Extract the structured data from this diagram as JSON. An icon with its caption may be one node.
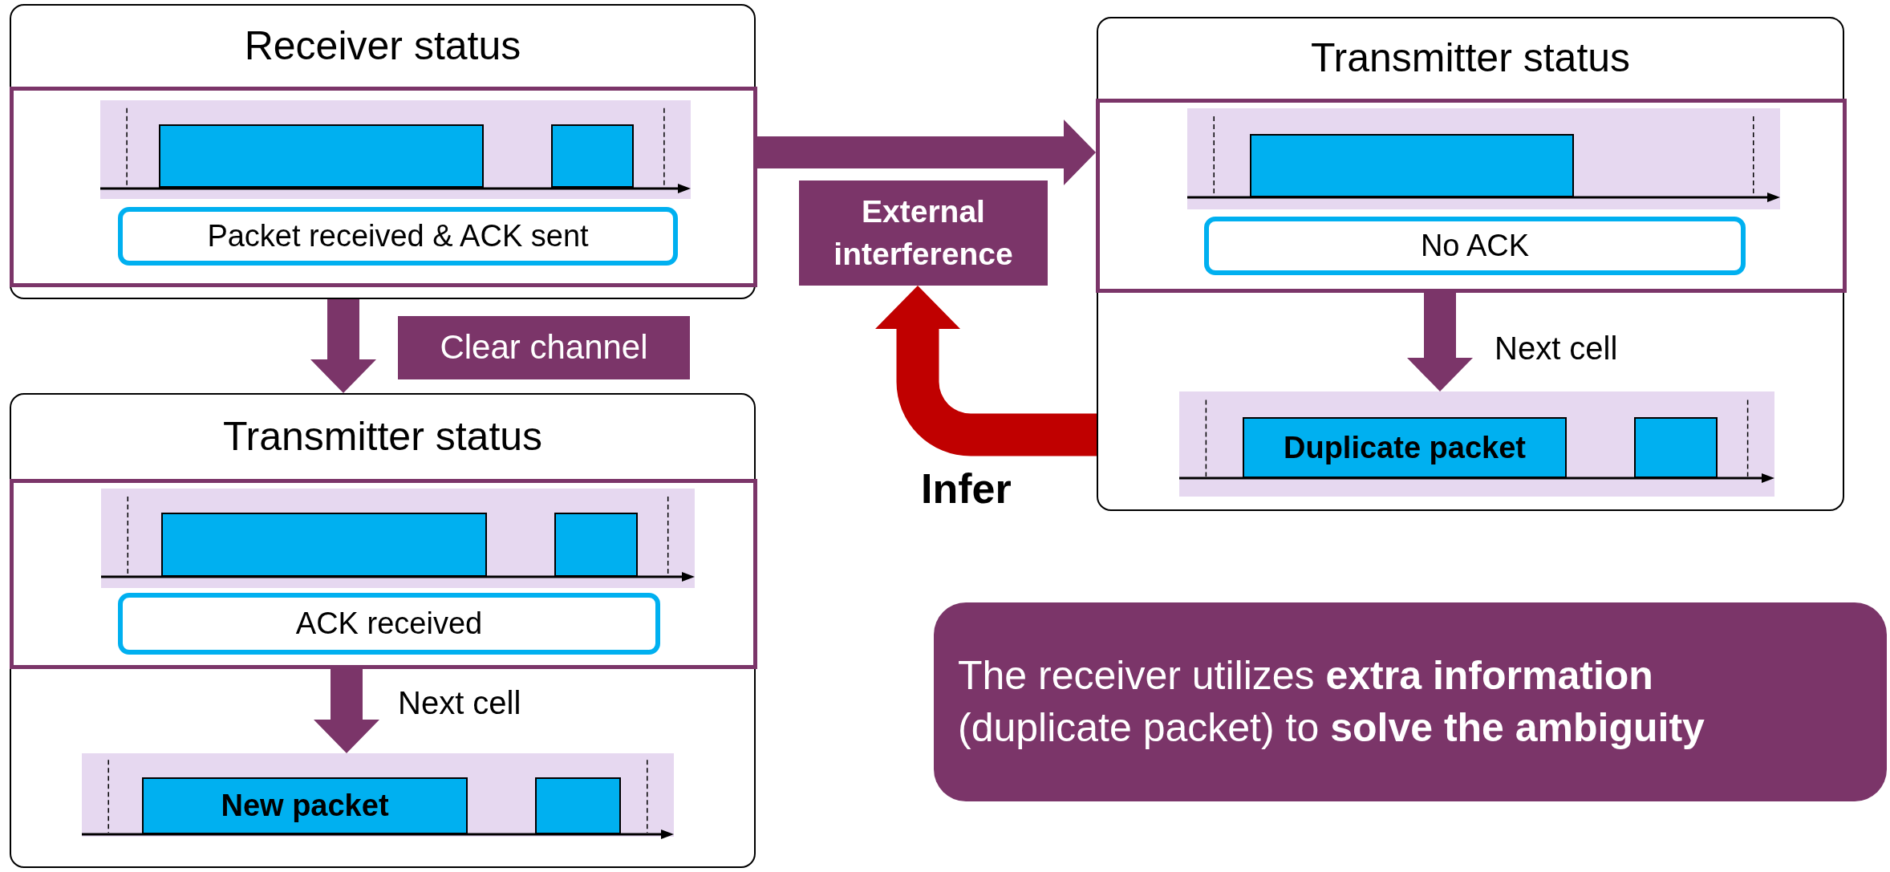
{
  "diagram": {
    "nodes": [
      {
        "text": [
          "Receiver status"
        ]
      },
      {
        "text": [],
        "shape": "box",
        "in": 0
      },
      {
        "text": [],
        "shape": "box",
        "in": 1
      },
      {
        "text": [],
        "shape": "box",
        "in": 2
      },
      {
        "text": [],
        "shape": "box",
        "in": 2
      },
      {
        "text": [
          "Packet received & ACK sent"
        ],
        "in": 1
      },
      {
        "text": [
          "Clear channel"
        ]
      },
      {
        "text": [
          "Transmitter status"
        ]
      },
      {
        "text": [],
        "shape": "box",
        "in": 7
      },
      {
        "text": [],
        "shape": "box",
        "in": 8
      },
      {
        "text": [],
        "shape": "box",
        "in": 9
      },
      {
        "text": [],
        "shape": "box",
        "in": 9
      },
      {
        "text": [
          "ACK received"
        ],
        "in": 8
      },
      {
        "text": [],
        "shape": "box",
        "in": 7
      },
      {
        "text": [
          "New packet"
        ],
        "in": 13
      },
      {
        "text": [],
        "shape": "box",
        "in": 13
      },
      {
        "text": [
          "External interference"
        ]
      },
      {
        "text": [
          "Transmitter status"
        ]
      },
      {
        "text": [],
        "shape": "box",
        "in": 17
      },
      {
        "text": [],
        "shape": "box",
        "in": 18
      },
      {
        "text": [],
        "shape": "box",
        "in": 19
      },
      {
        "text": [
          "No ACK"
        ],
        "in": 18
      },
      {
        "text": [],
        "shape": "box",
        "in": 17
      },
      {
        "text": [
          "Duplicate packet"
        ],
        "in": 22
      },
      {
        "text": [],
        "shape": "box",
        "in": 22
      },
      {
        "text": [
          "The receiver utilizes **extra information** (duplicate packet) to **solve the ambiguity**"
        ]
      }
    ],
    "edges": [
      {
        "from": 0,
        "to": 7,
        "arrow": "to"
      },
      {
        "from": 1,
        "to": 18,
        "arrow": "to"
      },
      {
        "from": 8,
        "to": 13,
        "arrow": "to",
        "label": "Next cell"
      },
      {
        "from": 18,
        "to": 22,
        "arrow": "to",
        "label": "Next cell"
      },
      {
        "from": 17,
        "to": 16,
        "arrow": "to",
        "label": "Infer",
        "color": "#c00000"
      }
    ]
  }
}
